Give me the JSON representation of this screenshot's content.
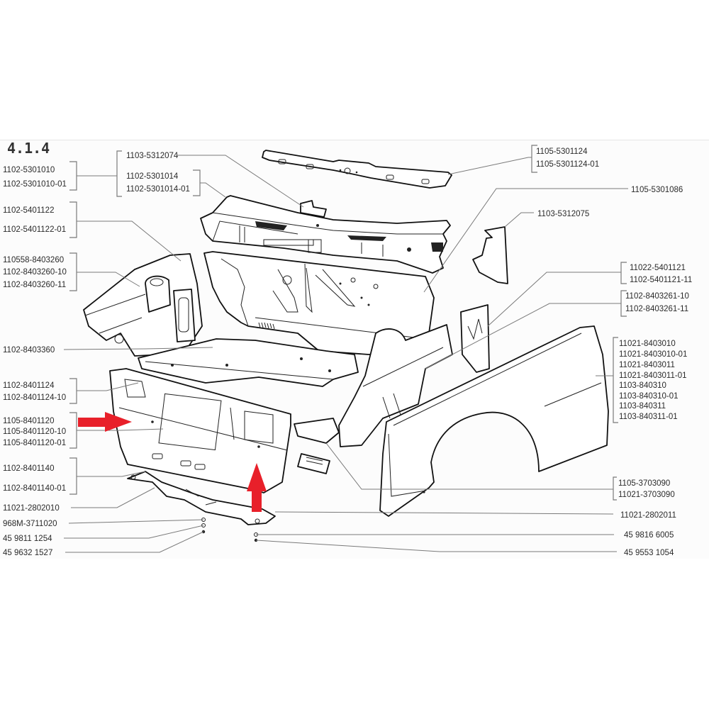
{
  "figure": {
    "section_number": "4.1.4",
    "highlight_color": "#e8202a",
    "callouts_left": [
      {
        "id": "g1",
        "parts": [
          "1102-5301010",
          "1102-5301010-01"
        ]
      },
      {
        "id": "g2",
        "parts": [
          "1103-5312074"
        ]
      },
      {
        "id": "g3",
        "parts": [
          "1102-5301014",
          "1102-5301014-01"
        ]
      },
      {
        "id": "g4",
        "parts": [
          "1102-5401122",
          "1102-5401122-01"
        ]
      },
      {
        "id": "g5",
        "parts": [
          "110558-8403260",
          "1102-8403260-10",
          "1102-8403260-11"
        ]
      },
      {
        "id": "g6",
        "parts": [
          "1102-8403360"
        ]
      },
      {
        "id": "g7",
        "parts": [
          "1102-8401124",
          "1102-8401124-10"
        ]
      },
      {
        "id": "g8",
        "parts": [
          "1105-8401120",
          "1105-8401120-10",
          "1105-8401120-01"
        ]
      },
      {
        "id": "g9",
        "parts": [
          "1102-8401140",
          "1102-8401140-01"
        ]
      },
      {
        "id": "g10",
        "parts": [
          "11021-2802010"
        ]
      },
      {
        "id": "g11",
        "parts": [
          "968M-3711020"
        ]
      },
      {
        "id": "g12",
        "parts": [
          "45 9811 1254"
        ]
      },
      {
        "id": "g13",
        "parts": [
          "45 9632 1527"
        ]
      }
    ],
    "callouts_right": [
      {
        "id": "r1",
        "parts": [
          "1105-5301124",
          "1105-5301124-01"
        ]
      },
      {
        "id": "r2",
        "parts": [
          "1105-5301086"
        ]
      },
      {
        "id": "r3",
        "parts": [
          "1103-5312075"
        ]
      },
      {
        "id": "r4",
        "parts": [
          "11022-5401121",
          "1102-5401121-11"
        ]
      },
      {
        "id": "r5",
        "parts": [
          "1102-8403261-10",
          "1102-8403261-11"
        ]
      },
      {
        "id": "r6",
        "parts": [
          "11021-8403010",
          "11021-8403010-01",
          "11021-8403011",
          "11021-8403011-01",
          "1103-840310",
          "1103-840310-01",
          "1103-840311",
          "1103-840311-01"
        ]
      },
      {
        "id": "r7",
        "parts": [
          "1105-3703090",
          "11021-3703090"
        ]
      },
      {
        "id": "r8",
        "parts": [
          "11021-2802011"
        ]
      },
      {
        "id": "r9",
        "parts": [
          "45 9816 6005"
        ]
      },
      {
        "id": "r10",
        "parts": [
          "45 9553 1054"
        ]
      }
    ],
    "highlights": [
      {
        "name": "arrow-right-to-radiator-support",
        "direction": "right",
        "points_to": "1105-8401120"
      },
      {
        "name": "arrow-up-to-radiator-support",
        "direction": "up",
        "points_to": "1105-8401120"
      }
    ]
  }
}
